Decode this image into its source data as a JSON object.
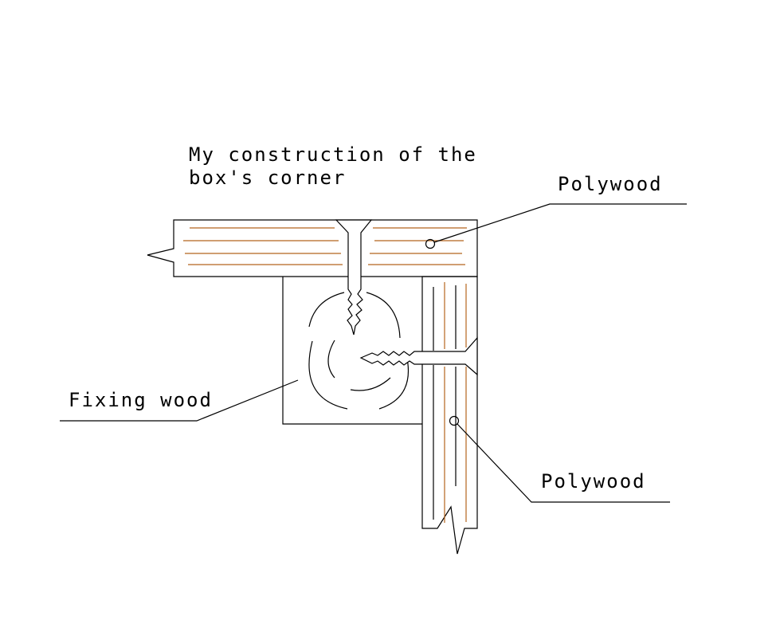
{
  "title": {
    "line1": "My construction of the",
    "line2": "box's corner"
  },
  "labels": {
    "polywood_top": "Polywood",
    "polywood_bottom": "Polywood",
    "fixing_wood": "Fixing wood"
  },
  "colors": {
    "line": "#000000",
    "wood_grain_top": "#b5651d",
    "wood_grain_vertical_brown": "#b5651d",
    "wood_grain_vertical_dark": "#000000",
    "background": "#ffffff"
  }
}
